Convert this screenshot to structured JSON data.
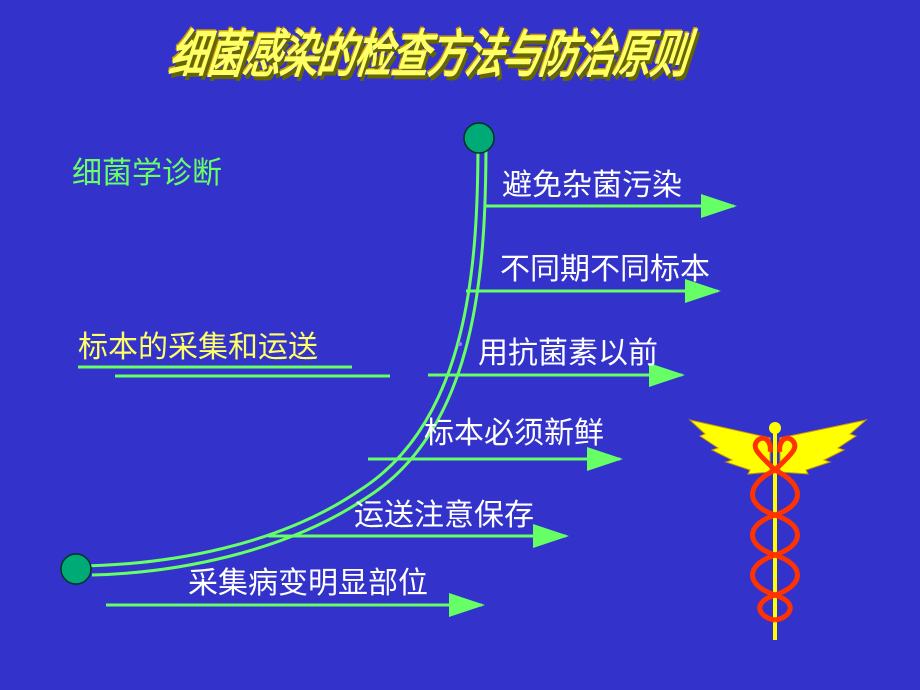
{
  "title": "细菌感染的检查方法与防治原则",
  "section": "细菌学诊断",
  "subsection": "标本的采集和运送",
  "items": [
    "避免杂菌污染",
    "不同期不同标本",
    "用抗菌素以前",
    "标本必须新鲜",
    "运送注意保存",
    "采集病变明显部位"
  ],
  "colors": {
    "background": "#3333cc",
    "accent_green": "#66ff66",
    "accent_yellow": "#ffff66",
    "node": "#00aa77",
    "emblem_wing": "#ffff00",
    "emblem_snake": "#ff3300"
  }
}
